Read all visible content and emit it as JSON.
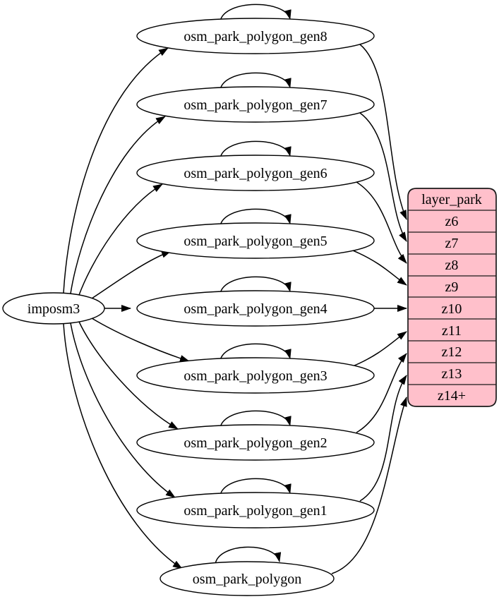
{
  "graph": {
    "nodes": [
      {
        "label": "imposm3"
      },
      {
        "label": "osm_park_polygon_gen8"
      },
      {
        "label": "osm_park_polygon_gen7"
      },
      {
        "label": "osm_park_polygon_gen6"
      },
      {
        "label": "osm_park_polygon_gen5"
      },
      {
        "label": "osm_park_polygon_gen4"
      },
      {
        "label": "osm_park_polygon_gen3"
      },
      {
        "label": "osm_park_polygon_gen2"
      },
      {
        "label": "osm_park_polygon_gen1"
      },
      {
        "label": "osm_park_polygon"
      }
    ],
    "layer_table": {
      "title": "layer_park",
      "rows": [
        "z6",
        "z7",
        "z8",
        "z9",
        "z10",
        "z11",
        "z12",
        "z13",
        "z14+"
      ]
    },
    "edges": [
      {
        "from": "imposm3",
        "to": "osm_park_polygon_gen8"
      },
      {
        "from": "imposm3",
        "to": "osm_park_polygon_gen7"
      },
      {
        "from": "imposm3",
        "to": "osm_park_polygon_gen6"
      },
      {
        "from": "imposm3",
        "to": "osm_park_polygon_gen5"
      },
      {
        "from": "imposm3",
        "to": "osm_park_polygon_gen4"
      },
      {
        "from": "imposm3",
        "to": "osm_park_polygon_gen3"
      },
      {
        "from": "imposm3",
        "to": "osm_park_polygon_gen2"
      },
      {
        "from": "imposm3",
        "to": "osm_park_polygon_gen1"
      },
      {
        "from": "imposm3",
        "to": "osm_park_polygon"
      },
      {
        "from": "osm_park_polygon_gen8",
        "to": "osm_park_polygon_gen8"
      },
      {
        "from": "osm_park_polygon_gen7",
        "to": "osm_park_polygon_gen7"
      },
      {
        "from": "osm_park_polygon_gen6",
        "to": "osm_park_polygon_gen6"
      },
      {
        "from": "osm_park_polygon_gen5",
        "to": "osm_park_polygon_gen5"
      },
      {
        "from": "osm_park_polygon_gen4",
        "to": "osm_park_polygon_gen4"
      },
      {
        "from": "osm_park_polygon_gen3",
        "to": "osm_park_polygon_gen3"
      },
      {
        "from": "osm_park_polygon_gen2",
        "to": "osm_park_polygon_gen2"
      },
      {
        "from": "osm_park_polygon_gen1",
        "to": "osm_park_polygon_gen1"
      },
      {
        "from": "osm_park_polygon",
        "to": "osm_park_polygon"
      },
      {
        "from": "osm_park_polygon_gen8",
        "to": "layer_park:z6"
      },
      {
        "from": "osm_park_polygon_gen7",
        "to": "layer_park:z7"
      },
      {
        "from": "osm_park_polygon_gen6",
        "to": "layer_park:z8"
      },
      {
        "from": "osm_park_polygon_gen5",
        "to": "layer_park:z9"
      },
      {
        "from": "osm_park_polygon_gen4",
        "to": "layer_park:z10"
      },
      {
        "from": "osm_park_polygon_gen3",
        "to": "layer_park:z11"
      },
      {
        "from": "osm_park_polygon_gen2",
        "to": "layer_park:z12"
      },
      {
        "from": "osm_park_polygon_gen1",
        "to": "layer_park:z13"
      },
      {
        "from": "osm_park_polygon",
        "to": "layer_park:z14+"
      }
    ],
    "colors": {
      "table_fill": "#ffc0cb",
      "node_fill": "#ffffff",
      "stroke": "#000000",
      "background": "#ffffff"
    }
  }
}
